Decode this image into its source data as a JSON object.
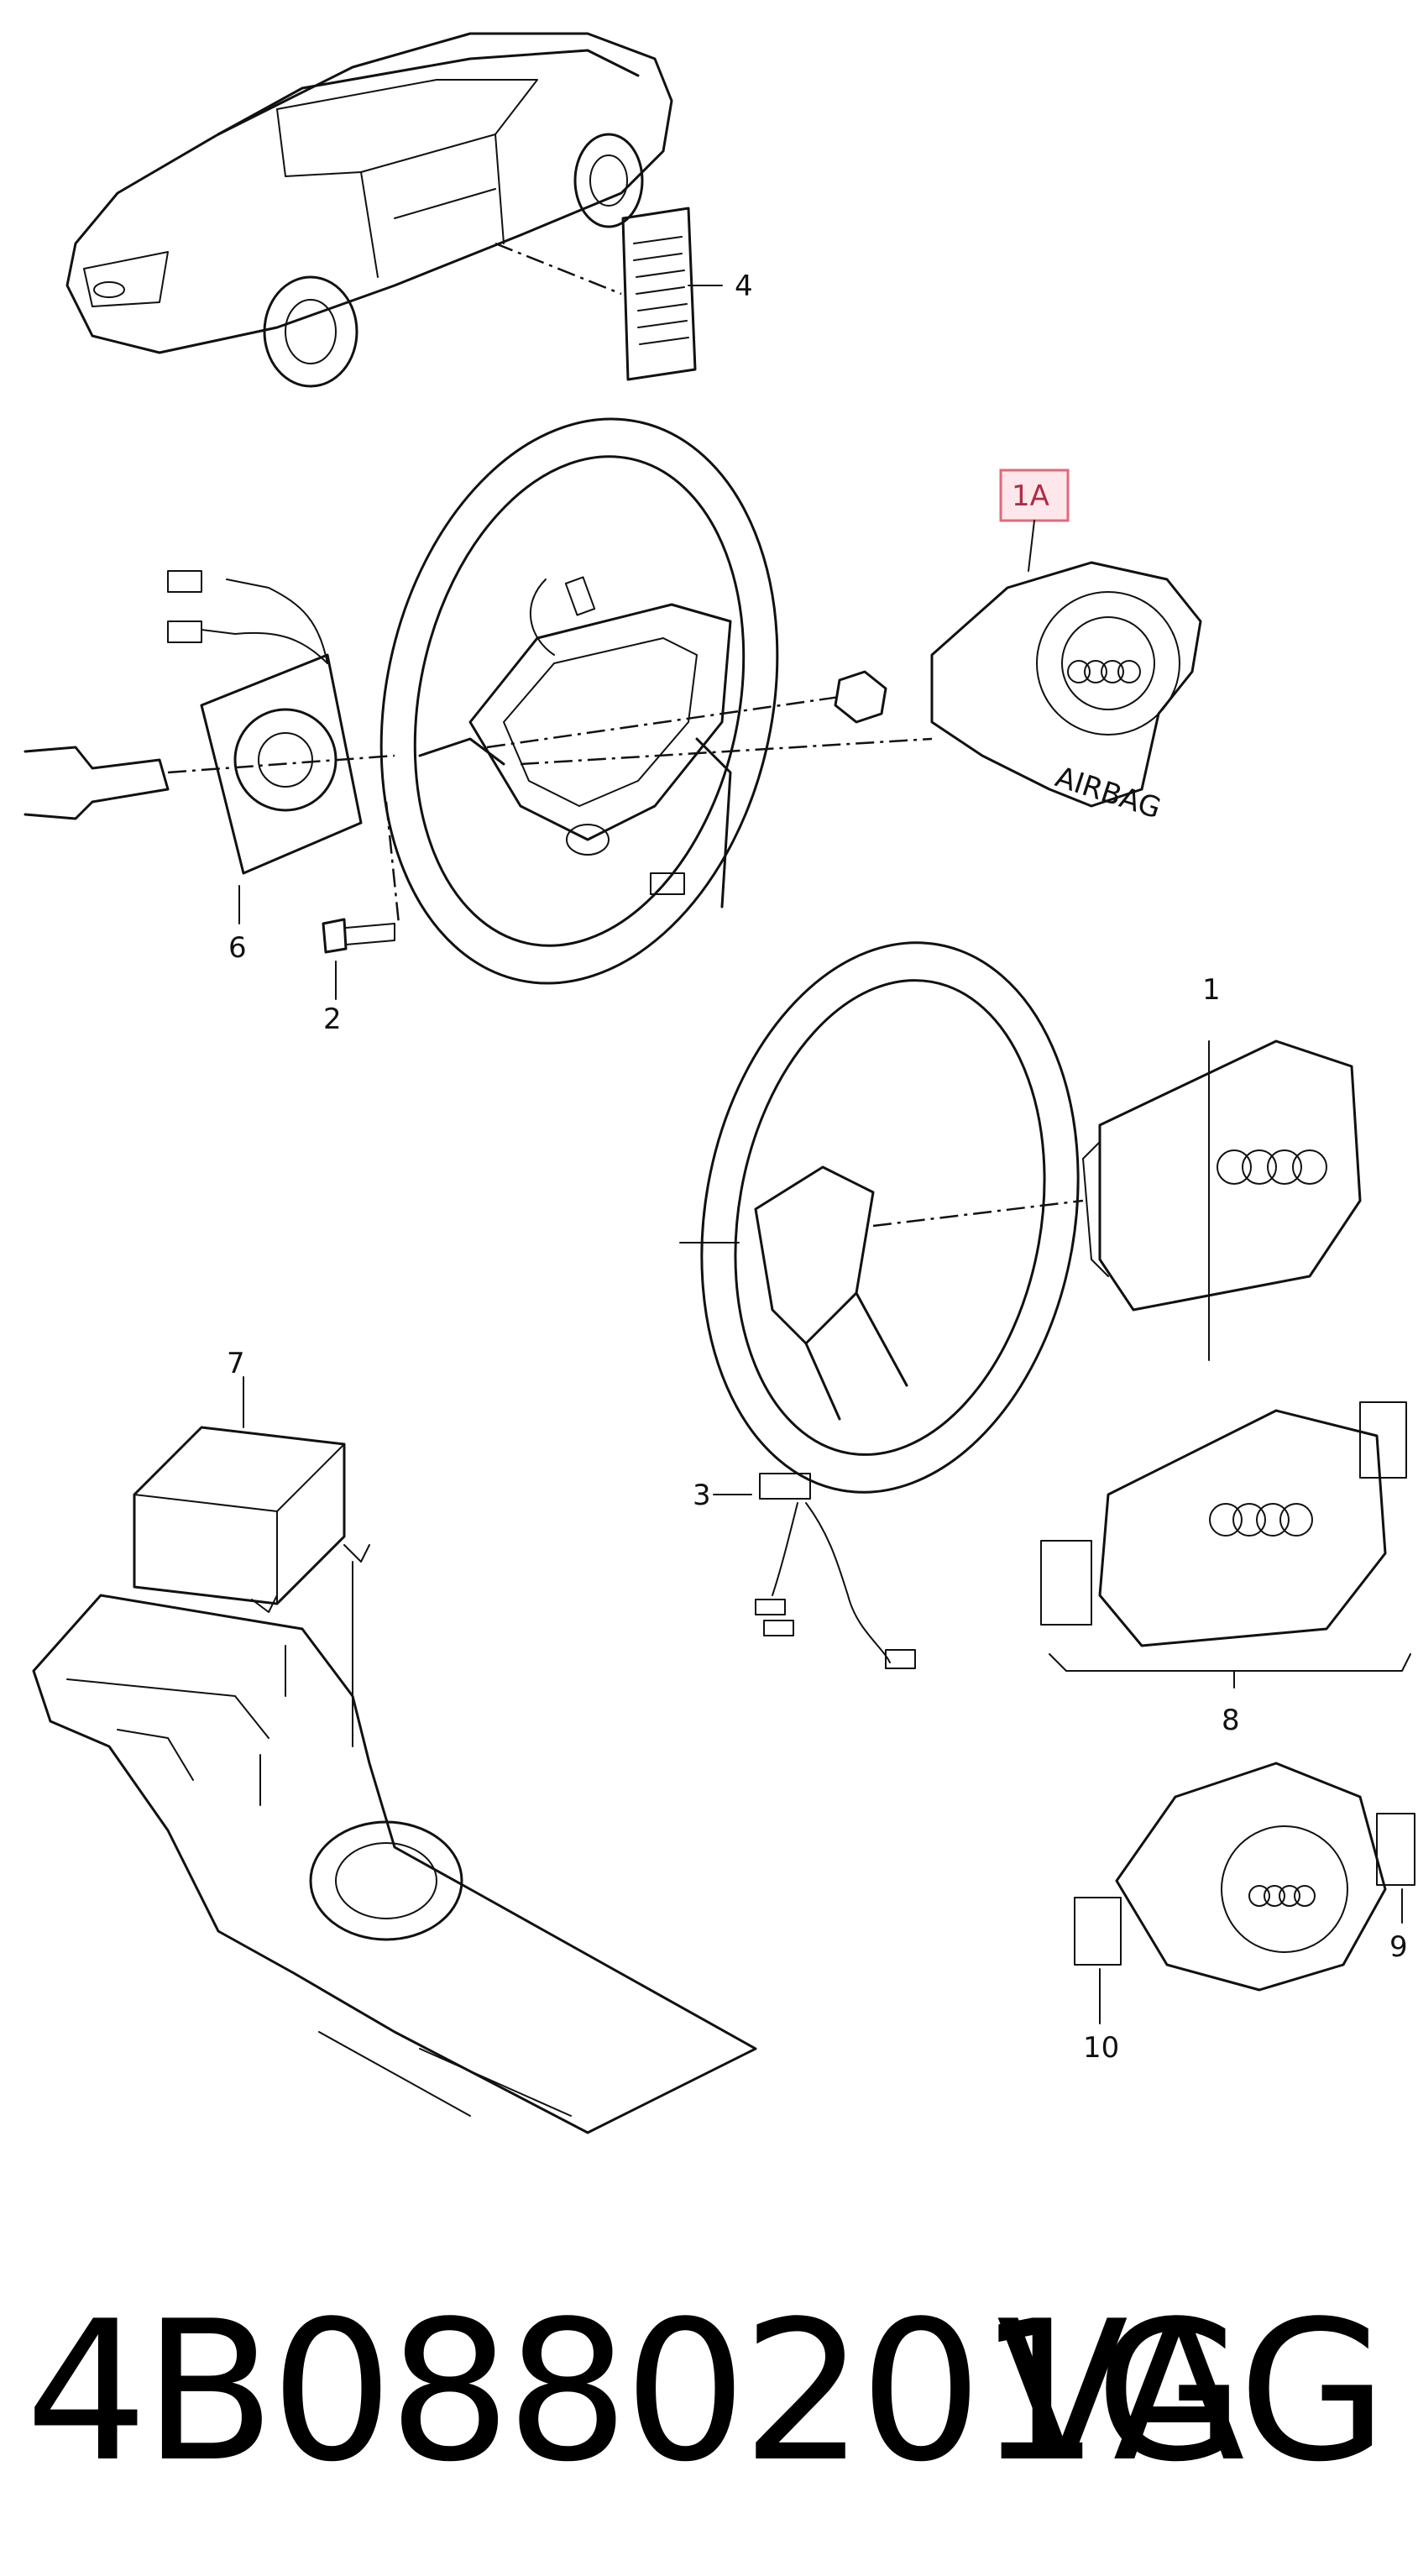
{
  "diagram": {
    "callouts": [
      {
        "id": "1",
        "label": "1"
      },
      {
        "id": "1A",
        "label": "1A",
        "highlighted": true
      },
      {
        "id": "2",
        "label": "2"
      },
      {
        "id": "3",
        "label": "3"
      },
      {
        "id": "4",
        "label": "4"
      },
      {
        "id": "6",
        "label": "6"
      },
      {
        "id": "7",
        "label": "7"
      },
      {
        "id": "8",
        "label": "8"
      },
      {
        "id": "9",
        "label": "9"
      },
      {
        "id": "10",
        "label": "10"
      }
    ],
    "label_text": "AIRBAG",
    "highlight_color": "#e06a7a"
  },
  "footer": {
    "part_number": "4B0880201G",
    "brand": "VAG"
  }
}
